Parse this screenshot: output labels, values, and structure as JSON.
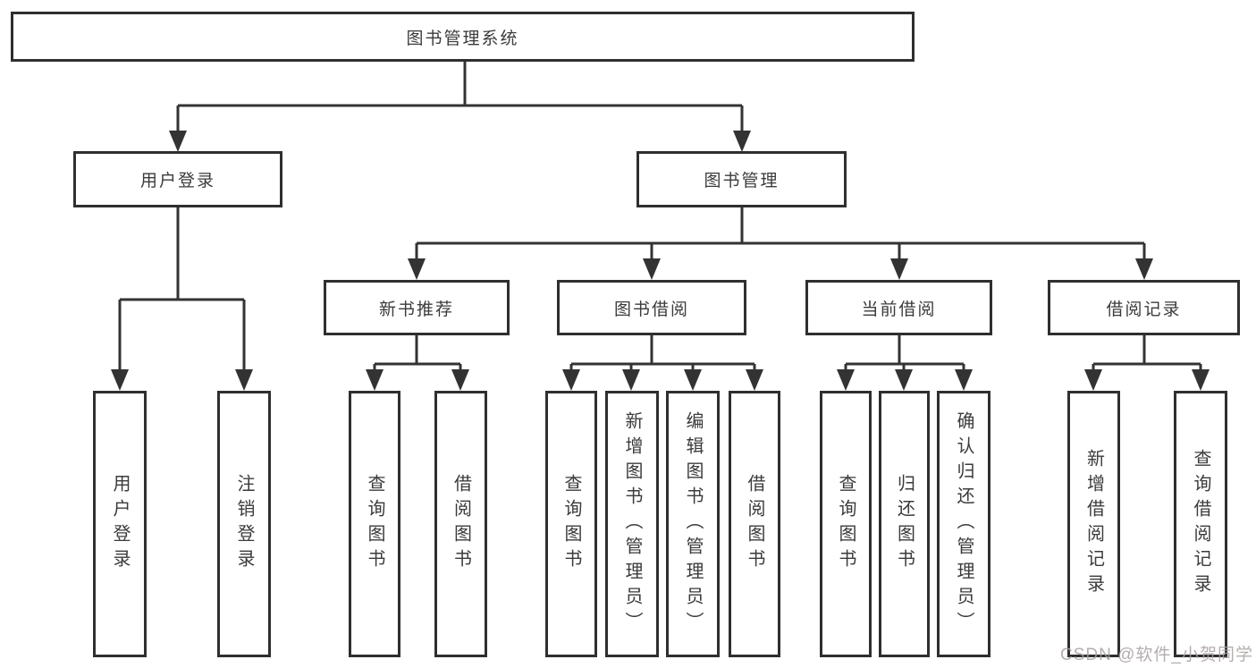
{
  "diagram": {
    "root": {
      "label": "图书管理系统"
    },
    "branches": [
      {
        "label": "用户登录",
        "children": [
          {
            "label": "用户登录"
          },
          {
            "label": "注销登录"
          }
        ]
      },
      {
        "label": "图书管理",
        "children": [
          {
            "label": "新书推荐",
            "children": [
              {
                "label": "查询图书"
              },
              {
                "label": "借阅图书"
              }
            ]
          },
          {
            "label": "图书借阅",
            "children": [
              {
                "label": "查询图书"
              },
              {
                "label": "新增图书（管理员）"
              },
              {
                "label": "编辑图书（管理员）"
              },
              {
                "label": "借阅图书"
              }
            ]
          },
          {
            "label": "当前借阅",
            "children": [
              {
                "label": "查询图书"
              },
              {
                "label": "归还图书"
              },
              {
                "label": "确认归还（管理员）"
              }
            ]
          },
          {
            "label": "借阅记录",
            "children": [
              {
                "label": "新增借阅记录"
              },
              {
                "label": "查询借阅记录"
              }
            ]
          }
        ]
      }
    ]
  },
  "watermark": {
    "text": "CSDN @软件_小贺同学"
  },
  "colors": {
    "line": "#333333",
    "box_border": "#2f2f2f",
    "box_fill": "#ffffff",
    "text": "#3b3b3b",
    "watermark": "#a8a0a0"
  }
}
